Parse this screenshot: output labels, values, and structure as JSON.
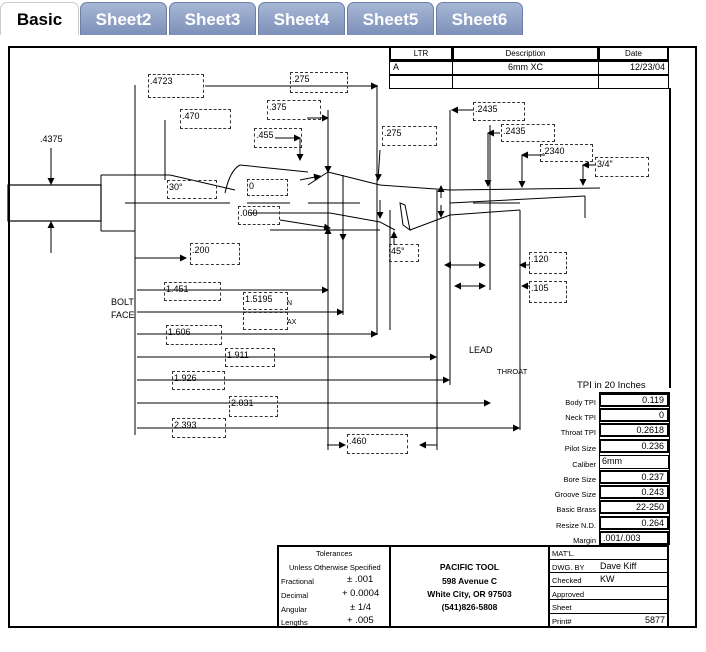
{
  "tabs": [
    "Basic",
    "Sheet2",
    "Sheet3",
    "Sheet4",
    "Sheet5",
    "Sheet6"
  ],
  "active_tab": "Basic",
  "revision": {
    "headers": {
      "ltr": "LTR",
      "description": "Description",
      "date": "Date"
    },
    "rows": [
      {
        "ltr": "A",
        "description": "6mm XC",
        "date": "12/23/04"
      }
    ]
  },
  "dims": {
    "d4375": ".4375",
    "d4723": ".4723",
    "d470": ".470",
    "d275a": ".275",
    "d375": ".375",
    "d455": ".455",
    "d275b": ".275",
    "d2435a": ".2435",
    "d2435b": ".2435",
    "d2340": ".2340",
    "d34": "3/4\"",
    "angle30": "30°",
    "angle0": "0",
    "d060": ".060",
    "angle45": "45°",
    "d200": ".200",
    "d120": ".120",
    "d105": ".105",
    "d1451": "1.451",
    "d15195": "1.5195",
    "d1606": "1.606",
    "d1911": "1.911",
    "d1926": "1.926",
    "d2031": "2.031",
    "d2393": "2.393",
    "d460": ".460",
    "min_suffix": "N",
    "max_suffix": "AX"
  },
  "labels": {
    "bolt": "BOLT",
    "face": "FACE",
    "lead": "LEAD",
    "throat": "THROAT"
  },
  "tpi": {
    "title": "TPI in 20 Inches",
    "rows": [
      {
        "label": "Body TPI",
        "value": "0.119"
      },
      {
        "label": "Neck TPI",
        "value": "0"
      },
      {
        "label": "Throat TPI",
        "value": "0.2618"
      },
      {
        "label": "Pilot Size",
        "value": "0.236"
      },
      {
        "label": "Caliber",
        "value": "6mm"
      },
      {
        "label": "Bore Size",
        "value": "0.237"
      },
      {
        "label": "Groove Size",
        "value": "0.243"
      },
      {
        "label": "Basic Brass",
        "value": "22-250"
      },
      {
        "label": "Resize N.D.",
        "value": "0.264"
      },
      {
        "label": "Margin",
        "value": ".001/.003"
      }
    ]
  },
  "tolerances": {
    "title": "Tolerances",
    "subtitle": "Unless Otherwise Specified",
    "rows": [
      {
        "label": "Fractional",
        "value": "± .001"
      },
      {
        "label": "Decimal",
        "value": "+ 0.0004"
      },
      {
        "label": "Angular",
        "value": "± 1/4"
      },
      {
        "label": "Lengths",
        "value": "+ .005"
      }
    ]
  },
  "company": {
    "name": "PACIFIC TOOL",
    "address": "598 Avenue C",
    "city": "White City, OR 97503",
    "phone": "(541)826-5808"
  },
  "titleblock": {
    "matl_label": "MAT'L.",
    "dwg_by_label": "DWG. BY",
    "dwg_by_value": "Dave Kiff",
    "checked_label": "Checked",
    "checked_value": "KW",
    "approved_label": "Approved",
    "sheet_label": "Sheet",
    "print_label": "Print#",
    "print_value": "5877"
  }
}
